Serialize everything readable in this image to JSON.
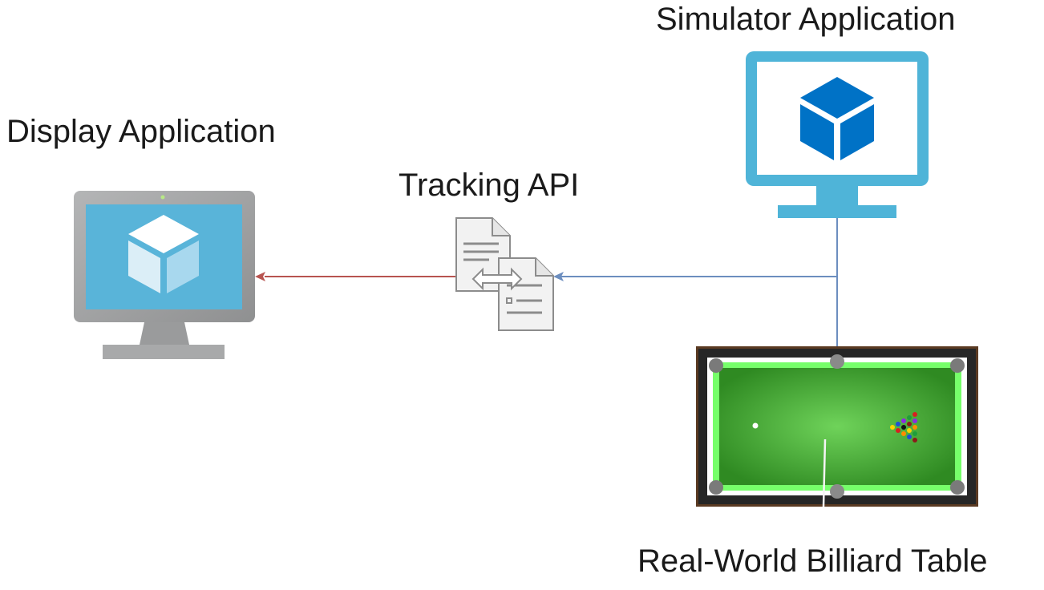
{
  "nodes": {
    "simulator": {
      "label": "Simulator Application",
      "icon": "monitor-cube-icon"
    },
    "display": {
      "label": "Display Application",
      "icon": "monitor-cube-icon"
    },
    "api": {
      "label": "Tracking API",
      "icon": "document-exchange-icon"
    },
    "table": {
      "label": "Real-World Billiard Table",
      "icon": "billiard-table-image"
    }
  },
  "edges": [
    {
      "from": "simulator",
      "to": "api",
      "color": "#6c8ebf"
    },
    {
      "from": "table",
      "to": "api",
      "color": "#6c8ebf"
    },
    {
      "from": "api",
      "to": "display",
      "color": "#b85450"
    }
  ],
  "colors": {
    "simulator_monitor": "#4fb4d8",
    "simulator_cube": "#0072c6",
    "display_monitor_frame": "#a0a1a2",
    "display_screen": "#59b4d9",
    "table_felt": "#4caf3e",
    "table_rim": "#76ff6a"
  }
}
